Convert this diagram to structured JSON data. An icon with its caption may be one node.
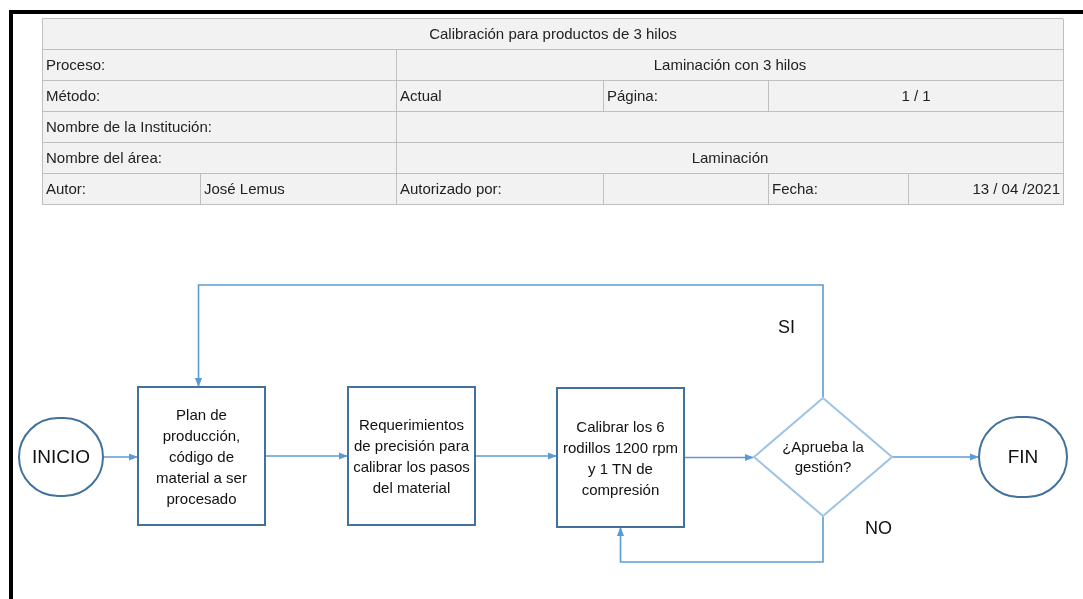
{
  "diagram": {
    "title": "Calibración para productos de 3 hilos",
    "nodes": [
      {
        "text": [
          "INICIO"
        ]
      },
      {
        "text": [
          "Plan de producción, código de material a ser procesado"
        ]
      },
      {
        "text": [
          "Requerimientos de precisión para calibrar los pasos del material"
        ]
      },
      {
        "text": [
          "Calibrar los 6 rodillos 1200 rpm y 1 TN de compresión"
        ]
      },
      {
        "text": [
          "¿Aprueba la gestión?"
        ]
      },
      {
        "text": [
          "FIN"
        ]
      }
    ],
    "edges": [
      {
        "from": 0,
        "to": 1,
        "arrow": "to"
      },
      {
        "from": 1,
        "to": 2,
        "arrow": "to"
      },
      {
        "from": 2,
        "to": 3,
        "arrow": "to"
      },
      {
        "from": 3,
        "to": 4,
        "arrow": "to"
      },
      {
        "from": 4,
        "to": 5,
        "arrow": "to"
      },
      {
        "from": 4,
        "to": 1,
        "arrow": "to",
        "label": "SI"
      },
      {
        "from": 4,
        "to": 3,
        "arrow": "to",
        "label": "NO"
      }
    ],
    "labels": [
      "Proceso:",
      "Laminación con 3 hilos",
      "Método:",
      "Actual",
      "Página:",
      "1 / 1",
      "Nombre de la Institución:",
      "Nombre del área:",
      "Laminación",
      "Autor:",
      "José Lemus",
      "Autorizado por:",
      "Fecha:",
      "13 / 04 /2021"
    ]
  }
}
